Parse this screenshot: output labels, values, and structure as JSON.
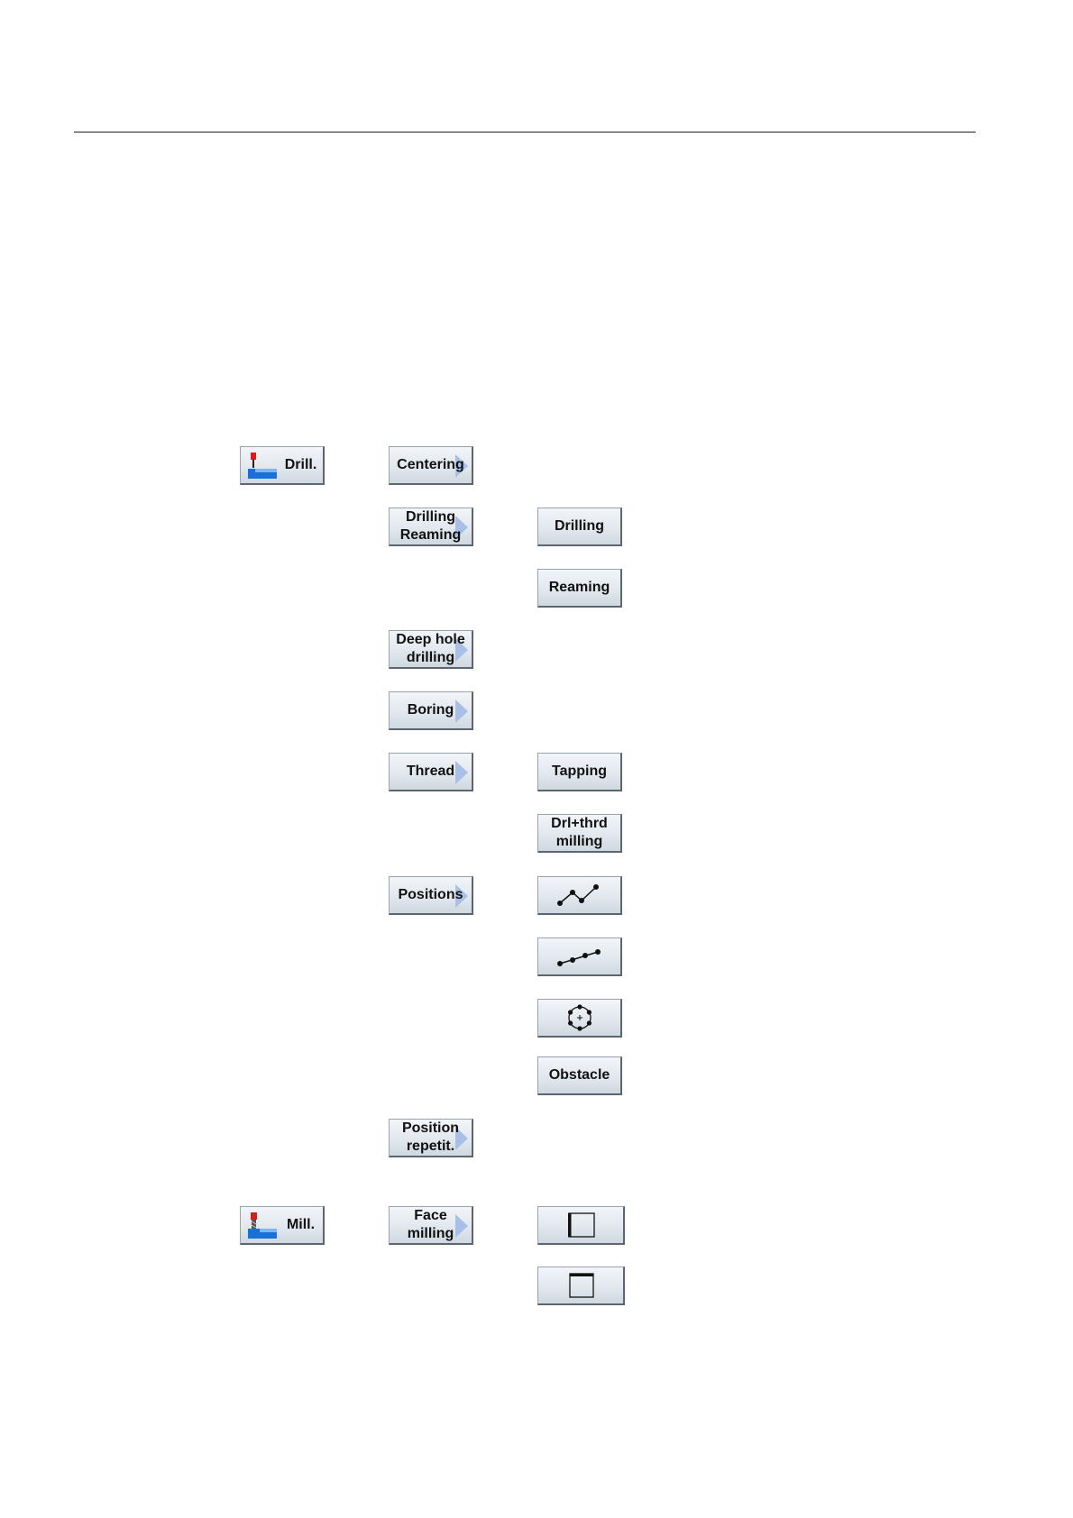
{
  "softkeys": {
    "drill": "Drill.",
    "mill": "Mill.",
    "centering": "Centering",
    "drilling_reaming": "Drilling\nReaming",
    "deep_hole_drilling": "Deep hole\ndrilling",
    "boring": "Boring",
    "thread": "Thread",
    "positions": "Positions",
    "position_repetit": "Position\nrepetit.",
    "face_milling": "Face\nmilling",
    "drilling": "Drilling",
    "reaming": "Reaming",
    "tapping": "Tapping",
    "drl_thrd_milling": "Drl+thrd\nmilling",
    "obstacle": "Obstacle"
  },
  "icons": {
    "drill_tool": "drill-tool-icon",
    "mill_tool": "mill-tool-icon",
    "arbitrary_positions": "arbitrary-positions-icon",
    "line_positions": "line-positions-icon",
    "circle_positions": "circle-positions-icon",
    "face_mill_side": "face-mill-side-icon",
    "face_mill_top": "face-mill-top-icon"
  },
  "colors": {
    "button_arrow": "#a9bfe6",
    "icon_blue": "#1a6fd8",
    "icon_red": "#d41e1e"
  }
}
